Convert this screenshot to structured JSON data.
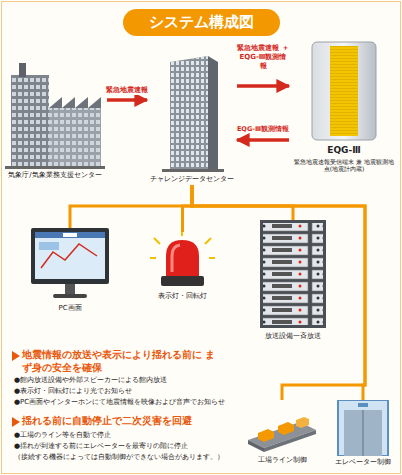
{
  "diagram": {
    "title": "システム構成図",
    "nodes": [
      {
        "text": [
          "気象庁/気象業務支援センター"
        ]
      },
      {
        "text": [
          "チャレンジデータセンター"
        ]
      },
      {
        "text": [
          "EQG-Ⅲ",
          "緊急地震速報受信端末 兼 地震観測地点(地震計内蔵)"
        ]
      },
      {
        "text": [
          "PC画面"
        ]
      },
      {
        "text": [
          "表示灯・回転灯"
        ]
      },
      {
        "text": [
          "放送設備一斉放送"
        ]
      },
      {
        "text": [
          "工場ライン制御"
        ]
      },
      {
        "text": [
          "エレベーター制御"
        ]
      }
    ],
    "edges": [
      {
        "from": 0,
        "to": 1,
        "label": "緊急地震速報",
        "arrow": "to"
      },
      {
        "from": 1,
        "to": 2,
        "label": "緊急地震速報 ＋ EQG-Ⅲ観測情報",
        "arrow": "to"
      },
      {
        "from": 2,
        "to": 1,
        "label": "EQG-Ⅲ観測情報",
        "arrow": "to"
      },
      {
        "from": 1,
        "to": 3,
        "arrow": "none"
      },
      {
        "from": 1,
        "to": 4,
        "arrow": "none"
      },
      {
        "from": 1,
        "to": 5,
        "arrow": "none"
      },
      {
        "from": 1,
        "to": 6,
        "arrow": "none"
      },
      {
        "from": 1,
        "to": 7,
        "arrow": "none"
      }
    ],
    "labels": [
      "地震情報の放送や表示により揺れる前に まず身の安全を確保",
      "●館内放送設備や外部スピーカーによる館内放送",
      "●表示灯・回転灯により光でお知らせ",
      "●PC画面やインターホンにて地震情報を映像および音声でお知らせ",
      "揺れる前に自動停止で二次災害を回避",
      "●工場のライン等を自動で停止",
      "●揺れが到達する前にエレベーターを最寄りの階に停止",
      "（接続する機器によっては自動制御ができない場合があります。）"
    ]
  }
}
